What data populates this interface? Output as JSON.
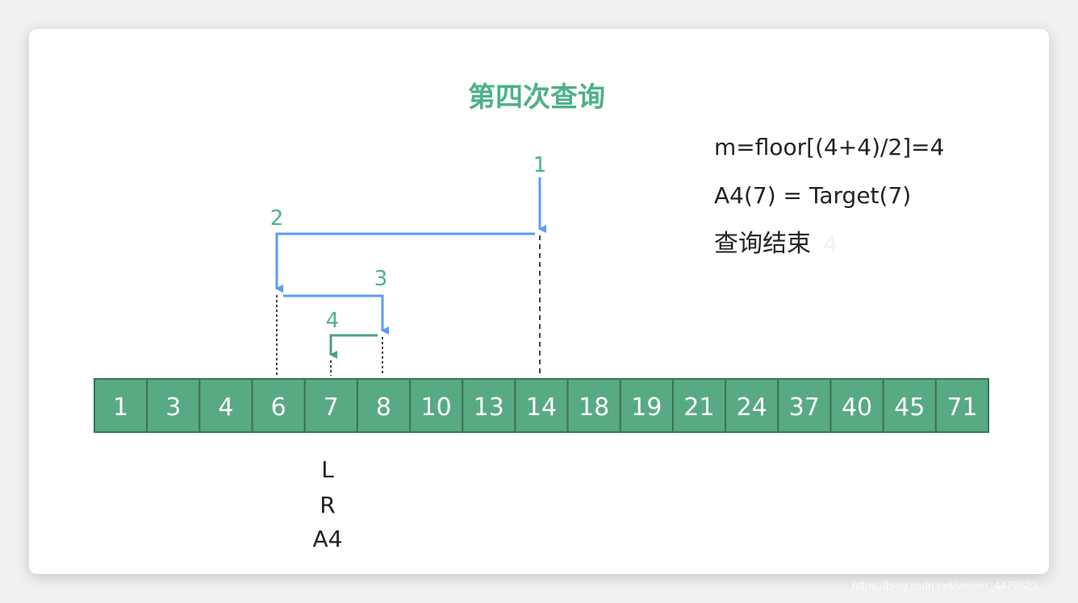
{
  "title": "第四次查询",
  "info_lines": [
    "m=floor[(4+4)/2]=4",
    "A4(7) = Target(7)",
    "查询结束"
  ],
  "ghost_text": "4",
  "array": [
    1,
    3,
    4,
    6,
    7,
    8,
    10,
    13,
    14,
    18,
    19,
    21,
    24,
    37,
    40,
    45,
    71
  ],
  "steps": [
    {
      "label": "1",
      "index": 8,
      "color": "#5b9cf5"
    },
    {
      "label": "2",
      "index": 3,
      "color": "#5b9cf5"
    },
    {
      "label": "3",
      "index": 5,
      "color": "#5b9cf5"
    },
    {
      "label": "4",
      "index": 4,
      "color": "#4aa57a"
    }
  ],
  "pointer_labels": [
    "L",
    "R",
    "A4"
  ],
  "pointer_index": 4,
  "watermark": "https://blog.csdn.net/weixin_4479623",
  "colors": {
    "title": "#4cb286",
    "cell_fill": "#58aa82",
    "cell_border": "#3a7357",
    "step_label": "#4cb286",
    "blue_arrow": "#5b9cf5",
    "green_arrow": "#4aa57a"
  }
}
